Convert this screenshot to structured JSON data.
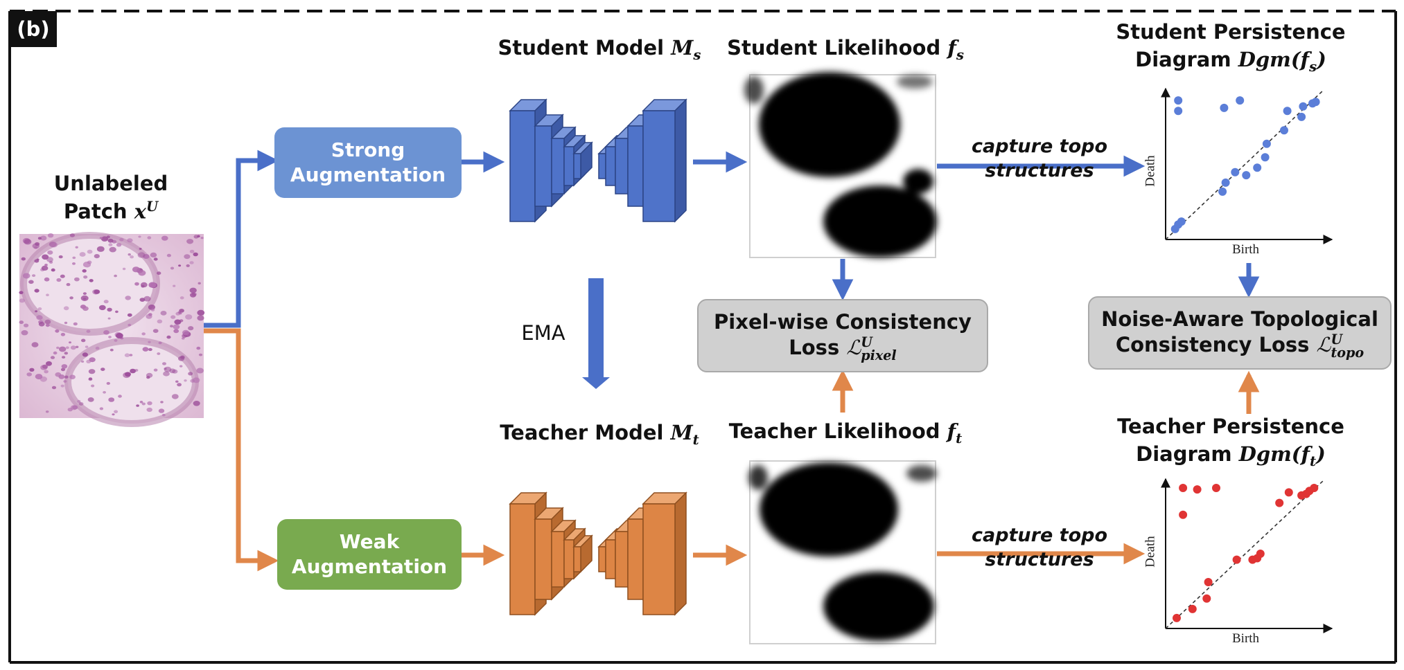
{
  "panel_tag": "(b)",
  "input": {
    "title_line1": "Unlabeled",
    "title_line2": "Patch",
    "symbol": "x",
    "sup": "U"
  },
  "augment": {
    "strong": [
      "Strong",
      "Augmentation"
    ],
    "weak": [
      "Weak",
      "Augmentation"
    ]
  },
  "student_model": {
    "text": "Student Model",
    "symbol": "M",
    "sub": "s"
  },
  "teacher_model": {
    "text": "Teacher Model",
    "symbol": "M",
    "sub": "t"
  },
  "student_likelihood": {
    "text": "Student Likelihood",
    "symbol": "f",
    "sub": "s"
  },
  "teacher_likelihood": {
    "text": "Teacher Likelihood",
    "symbol": "f",
    "sub": "t"
  },
  "ema": "EMA",
  "capture_text": [
    "capture topo",
    "structures"
  ],
  "pixel_loss": {
    "line1": "Pixel-wise Consistency",
    "line2": "Loss",
    "symbol": "ℒ",
    "sup": "U",
    "sub": "pixel"
  },
  "topo_loss": {
    "line1": "Noise-Aware Topological",
    "line2": "Consistency Loss",
    "symbol": "ℒ",
    "sup": "U",
    "sub": "topo"
  },
  "student_pd": {
    "line1": "Student Persistence",
    "line2": "Diagram",
    "symbol": "Dgm(f",
    "sub": "s",
    "close": ")"
  },
  "teacher_pd": {
    "line1": "Teacher Persistence",
    "line2": "Diagram",
    "symbol": "Dgm(f",
    "sub": "t",
    "close": ")"
  },
  "pd_axes": {
    "x": "Birth",
    "y": "Death"
  },
  "colors": {
    "student": "#4a6fc8",
    "teacher": "#e0874a",
    "strong_box": "#6c93d3",
    "weak_box": "#79aa4f",
    "student_pts": "#5b7ed8",
    "teacher_pts": "#e03434"
  },
  "student_points": [
    [
      0.08,
      0.93
    ],
    [
      0.08,
      0.86
    ],
    [
      0.37,
      0.88
    ],
    [
      0.47,
      0.93
    ],
    [
      0.77,
      0.86
    ],
    [
      0.86,
      0.82
    ],
    [
      0.87,
      0.89
    ],
    [
      0.93,
      0.91
    ],
    [
      0.95,
      0.92
    ],
    [
      0.75,
      0.73
    ],
    [
      0.64,
      0.64
    ],
    [
      0.63,
      0.55
    ],
    [
      0.58,
      0.48
    ],
    [
      0.51,
      0.43
    ],
    [
      0.44,
      0.45
    ],
    [
      0.38,
      0.38
    ],
    [
      0.36,
      0.32
    ],
    [
      0.08,
      0.1
    ],
    [
      0.06,
      0.07
    ],
    [
      0.1,
      0.12
    ]
  ],
  "teacher_points": [
    [
      0.11,
      0.94
    ],
    [
      0.2,
      0.93
    ],
    [
      0.32,
      0.94
    ],
    [
      0.11,
      0.76
    ],
    [
      0.72,
      0.84
    ],
    [
      0.78,
      0.91
    ],
    [
      0.86,
      0.89
    ],
    [
      0.91,
      0.92
    ],
    [
      0.94,
      0.94
    ],
    [
      0.89,
      0.9
    ],
    [
      0.6,
      0.5
    ],
    [
      0.58,
      0.47
    ],
    [
      0.55,
      0.46
    ],
    [
      0.45,
      0.46
    ],
    [
      0.27,
      0.31
    ],
    [
      0.26,
      0.2
    ],
    [
      0.17,
      0.13
    ],
    [
      0.07,
      0.07
    ]
  ]
}
